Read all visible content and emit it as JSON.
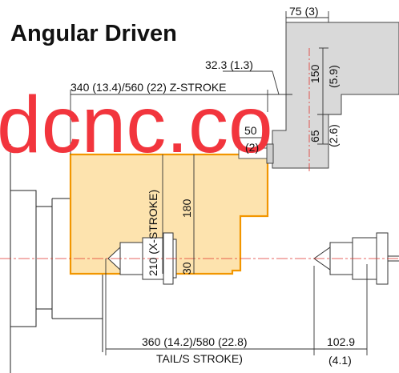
{
  "title": "Angular Driven",
  "watermark": "dcnc.co",
  "colors": {
    "work_envelope_fill": "#fde3ae",
    "work_envelope_stroke": "#f29600",
    "watermark": "#f2353d",
    "centerline": "#e0342c",
    "turret_gray": "#d9d9d9"
  },
  "dimensions": {
    "top_width": "75 (3)",
    "offset_small": "32.3 (1.3)",
    "z_stroke": "340 (13.4)/560 (22) Z-STROKE",
    "v150": "150",
    "v150_in": "(5.9)",
    "v65": "65",
    "v65_in": "(2.6)",
    "h50": "50",
    "h50_in": "(2)",
    "x_stroke": "210 (X-STROKE)",
    "v180": "180",
    "v30": "30",
    "tail_stroke": "360 (14.2)/580 (22.8)",
    "tail_stroke_label": "TAIL/S STROKE)",
    "tail_offset": "102.9",
    "tail_offset_in": "(4.1)"
  }
}
